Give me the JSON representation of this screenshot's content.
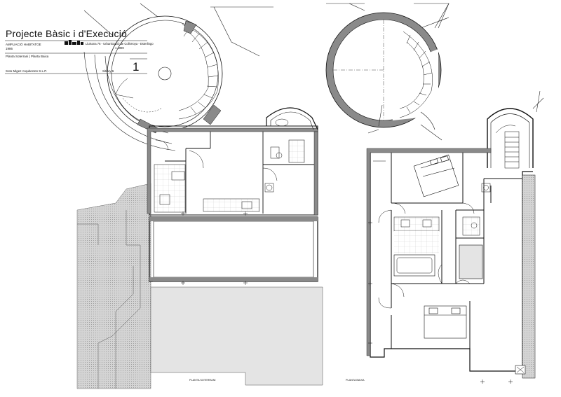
{
  "title_block": {
    "project_title": "Projecte Bàsic i d'Execució",
    "line1": "AMPLIACIÓ HABITATGE",
    "line2": "1986",
    "location": "Lluisona 76 - Urbanització de Collsrroya - Esterlingo",
    "year_small": "1 1990",
    "plants_label": "Planta Soterrani  |  Planta Baixa",
    "sheet_number": "1",
    "architects": "Soto Migez Arquitectes S.L.P.",
    "sheet_label": "Sitiary 6"
  },
  "plans": [
    {
      "caption": "PLANTA SOTERRANI"
    },
    {
      "caption": "PLANTA BAIXA"
    }
  ],
  "colors": {
    "ink": "#111111",
    "wall_fill": "#8a8a8a",
    "terrain_hatch": "#c6c6c6",
    "paper": "#ffffff"
  }
}
